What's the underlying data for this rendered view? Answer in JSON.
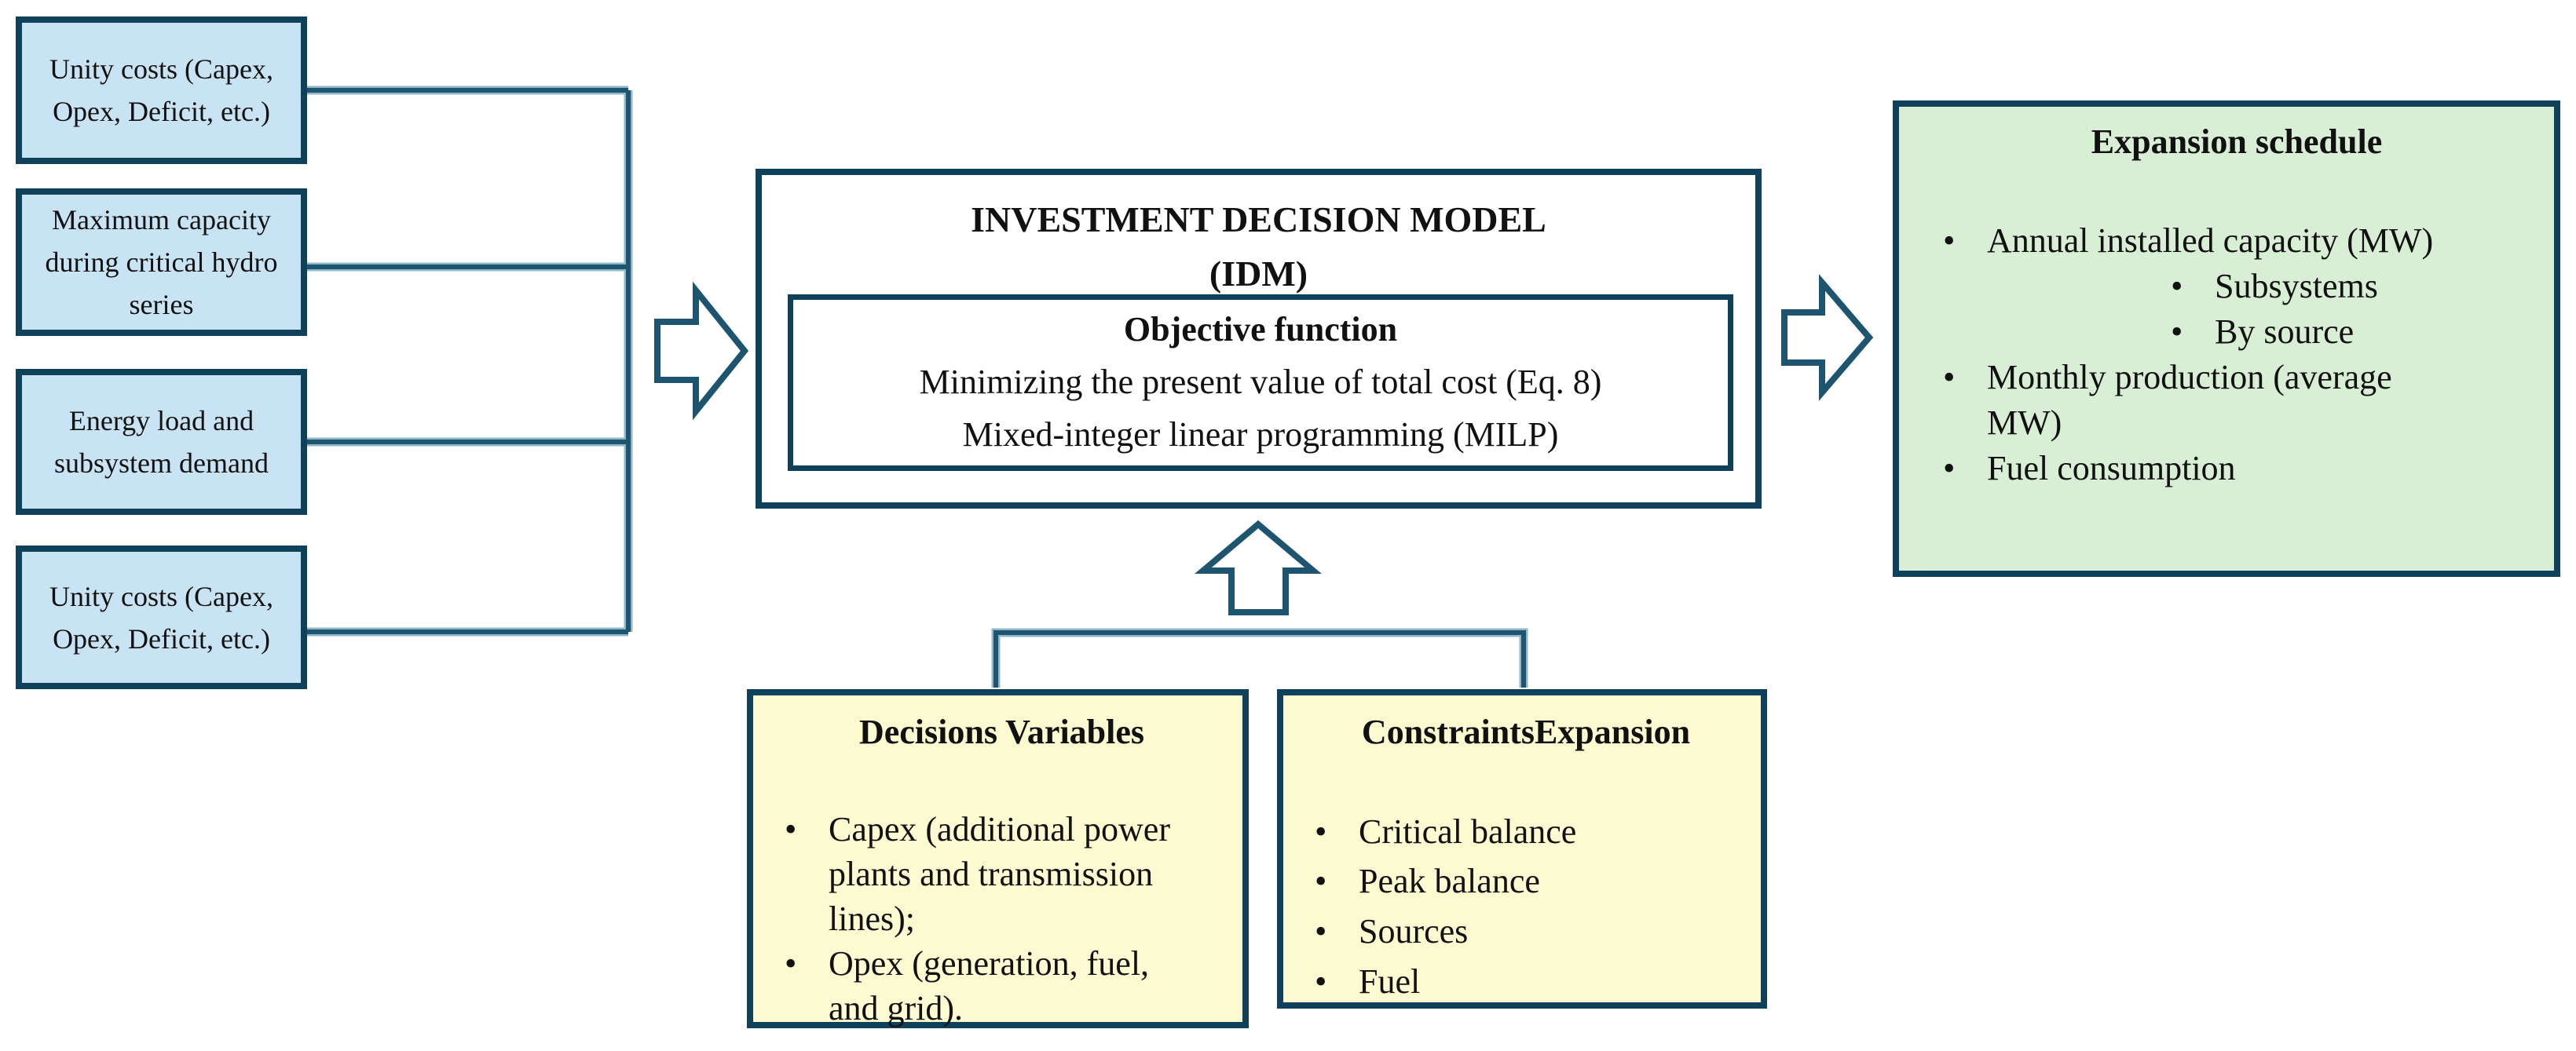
{
  "colors": {
    "box_border": "#0f415a",
    "input_fill": "#c8e4f4",
    "output_fill": "#d9efd5",
    "bottom_fill": "#fbfad0",
    "connector_dark": "#1d5570",
    "connector_light": "#8fb6c9",
    "text_color": "#111111"
  },
  "inputs": [
    {
      "label": "Unity costs (Capex, Opex, Deficit, etc.)"
    },
    {
      "label": "Maximum capacity during critical hydro series"
    },
    {
      "label": "Energy load and subsystem demand"
    },
    {
      "label": "Unity costs (Capex, Opex, Deficit, etc.)"
    }
  ],
  "model": {
    "title_line1": "INVESTMENT DECISION MODEL",
    "title_line2": "(IDM)",
    "objective_title": "Objective function",
    "objective_line1": "Minimizing the present value of total cost (Eq. 8)",
    "objective_line2": "Mixed-integer linear programming (MILP)"
  },
  "expansion_schedule": {
    "title": "Expansion schedule",
    "items": [
      {
        "text": "Annual installed capacity (MW)",
        "subs": [
          "Subsystems",
          "By source"
        ]
      },
      {
        "text": "Monthly production (average MW)",
        "subs": []
      },
      {
        "text": "Fuel consumption",
        "subs": []
      }
    ]
  },
  "decision_variables": {
    "title": "Decisions Variables",
    "items": [
      "Capex (additional power plants and transmission lines);",
      "Opex (generation, fuel, and grid)."
    ]
  },
  "constraints": {
    "title": "ConstraintsExpansion",
    "items": [
      "Critical balance",
      "Peak balance",
      "Sources",
      "Fuel"
    ]
  }
}
